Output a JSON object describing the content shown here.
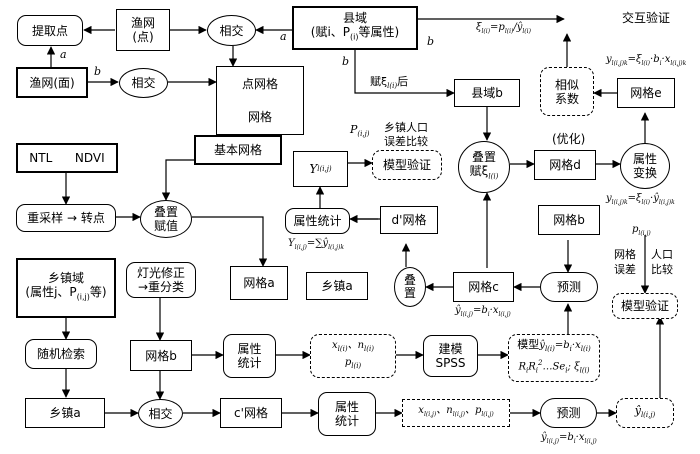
{
  "nodes": {
    "extract_points": "提取点",
    "fishnet_points": [
      "渔网",
      "(点)"
    ],
    "intersect_top": "相交",
    "county_domain": [
      "县域",
      "(赋i、P",
      "(i)",
      "等属性)"
    ],
    "cross_validation": "交互验证",
    "fishnet_face": "渔网(面)",
    "intersect_second": "相交",
    "point_grid": "点网格",
    "grid": "网格",
    "basic_grid": "基本网格",
    "ntl": "NTL",
    "ndvi": "NDVI",
    "resample": "重采样 → 转点",
    "overlay_assign": [
      "叠置",
      "赋值"
    ],
    "y_ij": "Y",
    "y_ij_sub": "l(i,j)",
    "model_validation_top": "模型验证",
    "overlay_xi": [
      "叠置",
      "赋ξ",
      "l(i)"
    ],
    "grid_d": "网格d",
    "attribute_transform": [
      "属性",
      "变换"
    ],
    "similarity_coef": [
      "相似",
      "系数"
    ],
    "grid_e": "网格e",
    "county_b": "县域b",
    "attribute_stats_mid": "属性统计",
    "d_prime_grid": "d'网格",
    "grid_b_right": "网格b",
    "township_domain": [
      "乡镇域",
      "(属性j、P",
      "(i,j)",
      "等)"
    ],
    "light_correction": [
      "灯光修正",
      "→重分类"
    ],
    "grid_a": "网格a",
    "township_a_mid": "乡镇a",
    "overlay_small": [
      "叠",
      "置"
    ],
    "grid_c": "网格c",
    "predict_mid": "预测",
    "model_validation_right": "模型验证",
    "random_search": "随机检索",
    "grid_b_left": "网格b",
    "attribute_stats_b": [
      "属性",
      "统计"
    ],
    "dash_vars_b": [
      "x",
      "l(i)",
      "、n",
      "l(i)",
      "p",
      "l(i)"
    ],
    "build_model_spss": [
      "建模",
      "SPSS"
    ],
    "model_box": [
      "模型",
      "ŷ",
      "l(i)",
      "=b",
      "i",
      "·x",
      "l(i)",
      "R",
      "i",
      "R",
      "i",
      "2",
      "…Se",
      "i",
      "; ξ",
      "l(i)"
    ],
    "township_a_bottom": "乡镇a",
    "intersect_bottom": "相交",
    "c_prime_grid": "c'网格",
    "attribute_stats_bottom": [
      "属性",
      "统计"
    ],
    "dash_vars_bottom": [
      "x",
      "l(i,j)",
      "、n",
      "l(i,j)",
      "、p",
      "l(i,j)"
    ],
    "predict_bottom": "预测",
    "y_hat_final": [
      "ŷ",
      "l(i,j)"
    ]
  },
  "labels": {
    "a_label_1": "a",
    "b_label_1": "b",
    "a_label_2": "a",
    "b_label_2": "b",
    "b_label_3": "b",
    "after_assign": "赋ξ",
    "after_assign_sub": "l(i)",
    "after_assign_tail": "后",
    "optimize": "(优化)",
    "township_pop": [
      "乡镇人口",
      "误差比较"
    ],
    "p_ij": "P",
    "p_ij_sub": "(i,j)",
    "xi_formula": [
      "ξ",
      "l(i)",
      "=p",
      "l(i)",
      "/ŷ",
      "l(i)"
    ],
    "y_k_formula_top": [
      "y",
      "l(i,j)k",
      "=ξ",
      "l(i)",
      "·b",
      "i",
      "·x",
      "l(i,j)k"
    ],
    "y_k_formula_mid": [
      "y",
      "l(i,j)k",
      "=ξ",
      "l(i)",
      "·ŷ",
      "l(i,j)k"
    ],
    "Y_sum_formula": [
      "Y",
      "l(i,j)",
      "=∑ŷ",
      "l(i,j)k"
    ],
    "y_hat_c_formula": [
      "ŷ",
      "l(i,j)",
      "=b",
      "i",
      "·x",
      "l(i,j)"
    ],
    "y_hat_bottom_formula": [
      "ŷ",
      "l(i,j)",
      "=b",
      "i",
      "·x",
      "l(i,j)"
    ],
    "p_right": "p",
    "p_right_sub": "l(i,j)",
    "grid_error": [
      "网格",
      "误差"
    ],
    "population_compare": [
      "人口",
      "比较"
    ]
  }
}
